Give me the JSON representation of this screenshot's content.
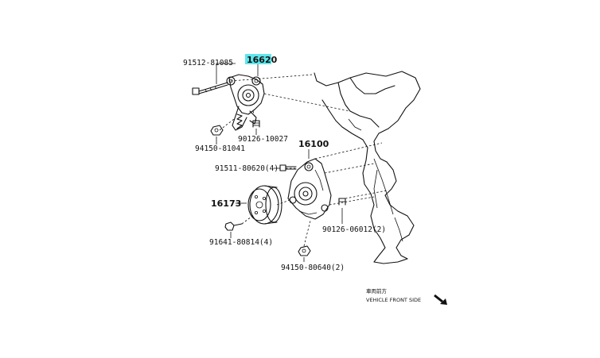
{
  "highlight_color": "#5ee6ec",
  "callouts": {
    "p16620": "16620",
    "p91512": "91512-81085",
    "p94150a": "94150-81041",
    "p90126a": "90126-10027",
    "p16100": "16100",
    "p91511": "91511-80620(4)",
    "p16173": "16173",
    "p91641": "91641-80814(4)",
    "p90126b": "90126-06012(2)",
    "p94150b": "94150-80640(2)"
  },
  "front_note": {
    "jp": "車両前方",
    "en": "VEHICLE FRONT SIDE"
  },
  "icons": [
    "arrow-front-icon"
  ]
}
